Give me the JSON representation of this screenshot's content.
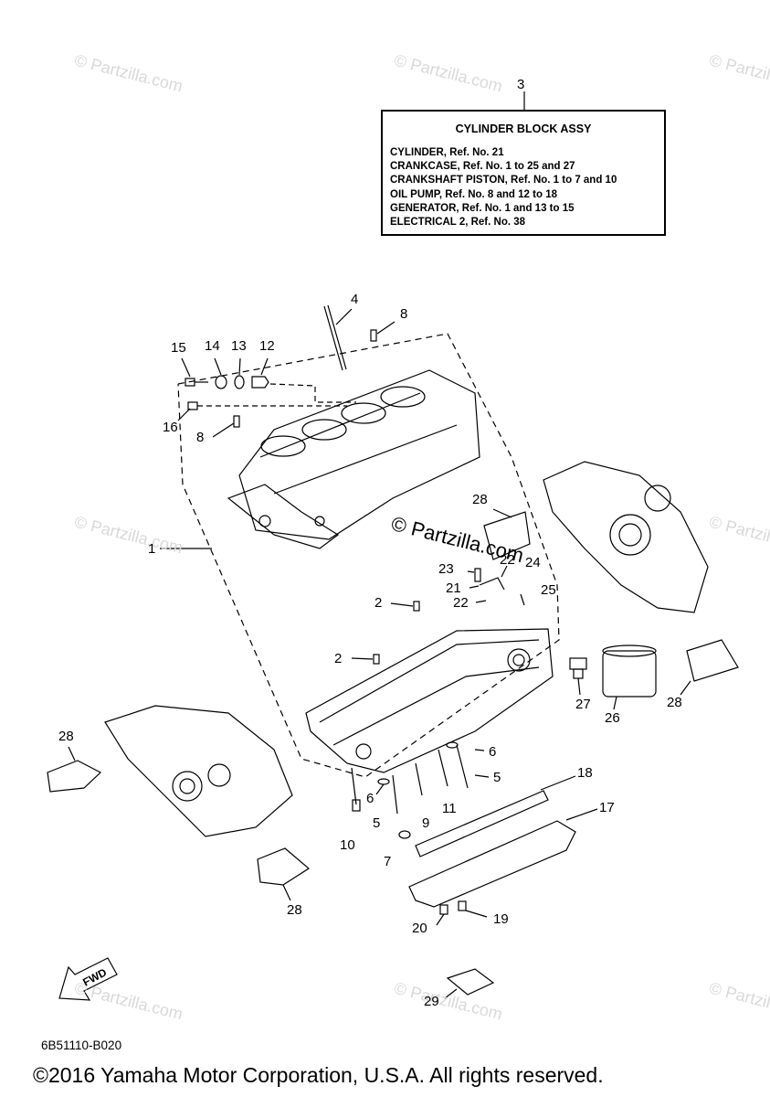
{
  "legend": {
    "number": "3",
    "title": "CYLINDER BLOCK ASSY",
    "lines": [
      "CYLINDER, Ref. No. 21",
      "CRANKCASE, Ref. No. 1 to 25 and 27",
      "CRANKSHAFT PISTON, Ref. No. 1 to 7 and 10",
      "OIL PUMP, Ref. No. 8 and 12 to 18",
      "GENERATOR, Ref. No. 1 and 13 to 15",
      "ELECTRICAL 2, Ref. No. 38"
    ]
  },
  "callouts": [
    {
      "id": "c1",
      "text": "1"
    },
    {
      "id": "c2a",
      "text": "2"
    },
    {
      "id": "c2b",
      "text": "2"
    },
    {
      "id": "c4",
      "text": "4"
    },
    {
      "id": "c5a",
      "text": "5"
    },
    {
      "id": "c5b",
      "text": "5"
    },
    {
      "id": "c6a",
      "text": "6"
    },
    {
      "id": "c6b",
      "text": "6"
    },
    {
      "id": "c7",
      "text": "7"
    },
    {
      "id": "c8a",
      "text": "8"
    },
    {
      "id": "c8b",
      "text": "8"
    },
    {
      "id": "c9",
      "text": "9"
    },
    {
      "id": "c10",
      "text": "10"
    },
    {
      "id": "c11",
      "text": "11"
    },
    {
      "id": "c12",
      "text": "12"
    },
    {
      "id": "c13",
      "text": "13"
    },
    {
      "id": "c14",
      "text": "14"
    },
    {
      "id": "c15",
      "text": "15"
    },
    {
      "id": "c16",
      "text": "16"
    },
    {
      "id": "c17",
      "text": "17"
    },
    {
      "id": "c18",
      "text": "18"
    },
    {
      "id": "c19",
      "text": "19"
    },
    {
      "id": "c20",
      "text": "20"
    },
    {
      "id": "c21",
      "text": "21"
    },
    {
      "id": "c22a",
      "text": "22"
    },
    {
      "id": "c22b",
      "text": "22"
    },
    {
      "id": "c23",
      "text": "23"
    },
    {
      "id": "c24",
      "text": "24"
    },
    {
      "id": "c25",
      "text": "25"
    },
    {
      "id": "c26",
      "text": "26"
    },
    {
      "id": "c27",
      "text": "27"
    },
    {
      "id": "c28a",
      "text": "28"
    },
    {
      "id": "c28b",
      "text": "28"
    },
    {
      "id": "c28c",
      "text": "28"
    },
    {
      "id": "c28d",
      "text": "28"
    },
    {
      "id": "c29",
      "text": "29"
    }
  ],
  "fwd_label": "FWD",
  "watermark": "© Partzilla.com",
  "drawing_code": "6B51110-B020",
  "copyright": "©2016 Yamaha Motor Corporation, U.S.A. All rights reserved."
}
